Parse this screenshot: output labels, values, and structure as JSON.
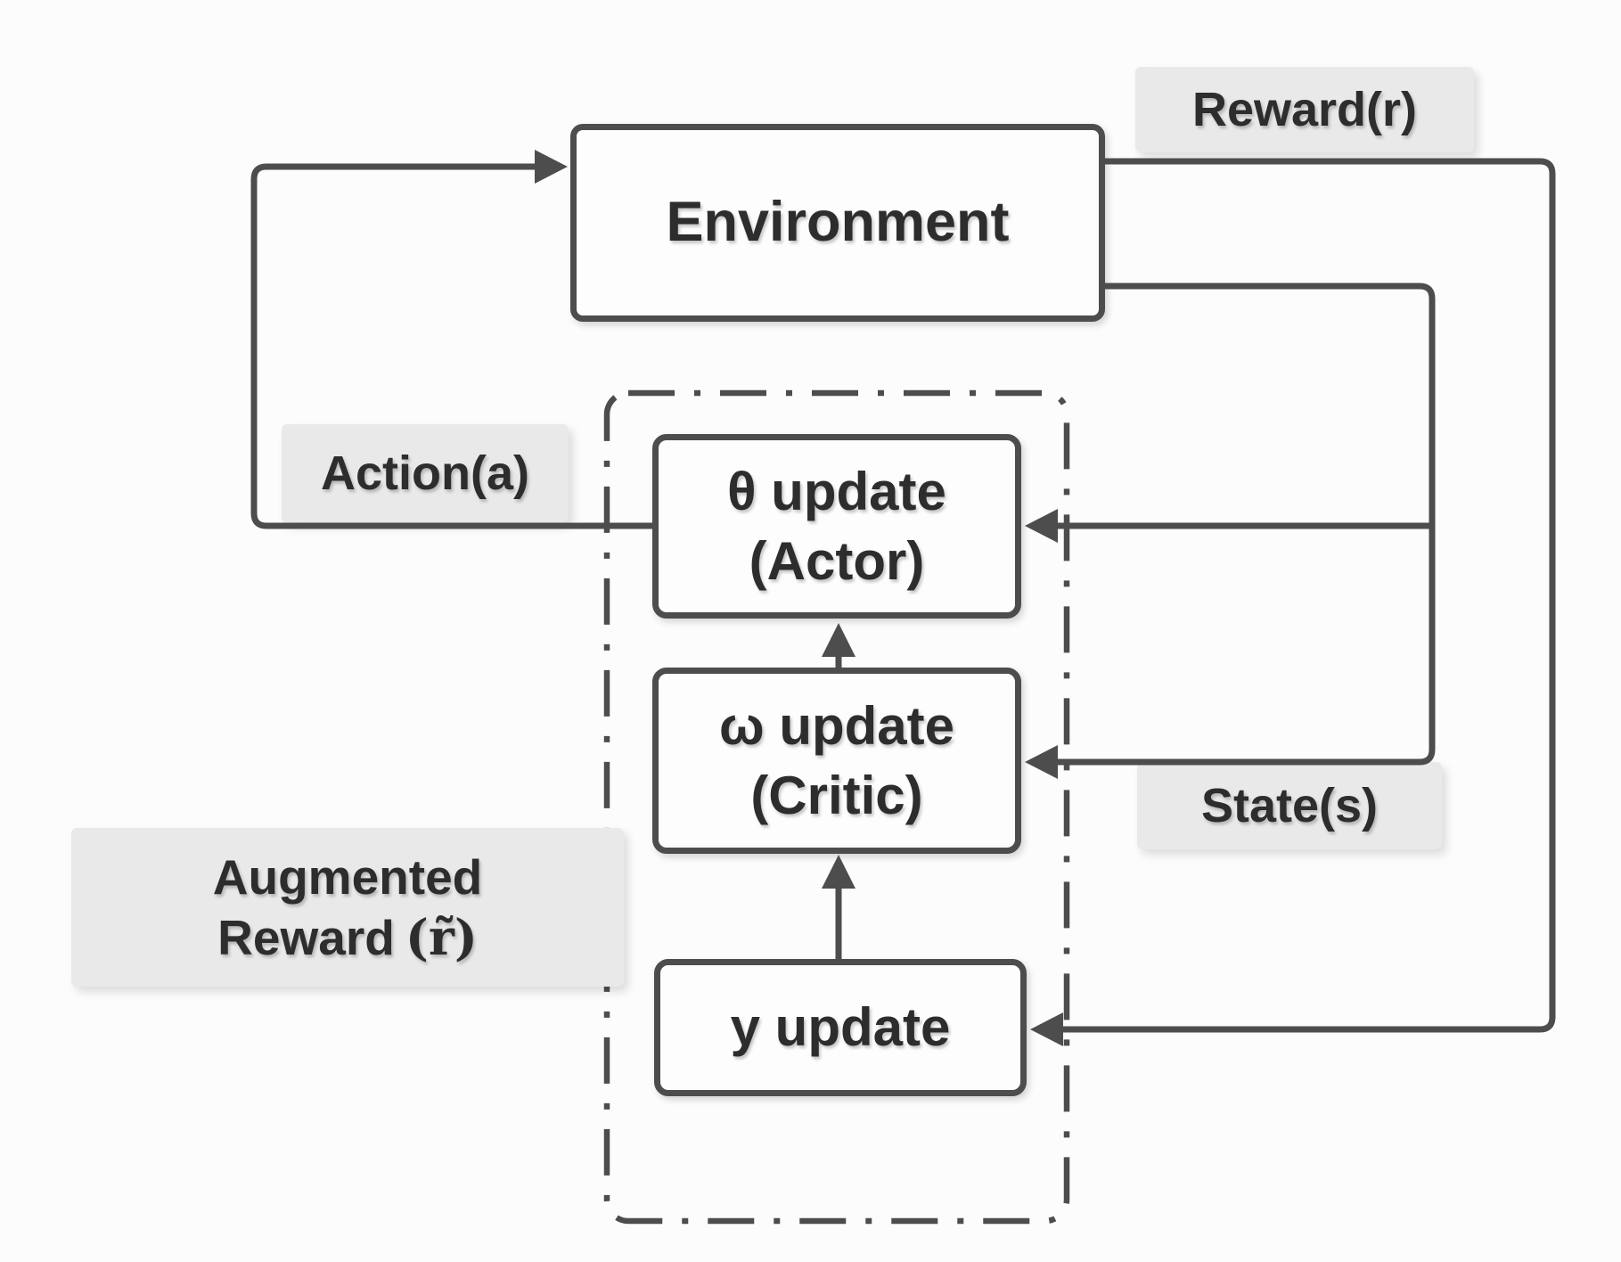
{
  "colors": {
    "stroke": "#4d4d4d",
    "node_fill": "#fdfdfd",
    "label_background": "#e9e9e9",
    "text": "#2d2d2d",
    "background": "#fcfcfc"
  },
  "nodes": {
    "environment": {
      "label": "Environment"
    },
    "actor": {
      "line1": "θ update",
      "line2": "(Actor)"
    },
    "critic": {
      "line1": "ω update",
      "line2": "(Critic)"
    },
    "y_update": {
      "label": "y update"
    }
  },
  "labels": {
    "reward": "Reward(r)",
    "action": "Action(a)",
    "state": "State(s)",
    "augmented": {
      "line1": "Augmented",
      "line2_text": "Reward",
      "line2_math": "(r̃)"
    }
  }
}
